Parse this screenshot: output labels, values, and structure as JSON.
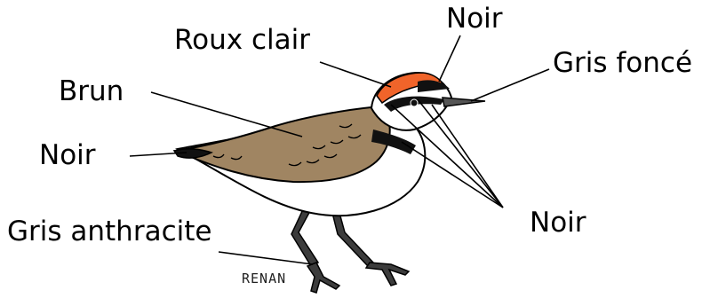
{
  "labels": {
    "crown": "Roux clair",
    "eye_stripe_top": "Noir",
    "bill": "Gris foncé",
    "back": "Brun",
    "tail_tip": "Noir",
    "face_marks": "Noir",
    "legs": "Gris anthracite"
  },
  "signature": "RENAN",
  "colors": {
    "crown": "#f0642a",
    "back": "#a08562",
    "black": "#111111",
    "legs": "#3c3c3c",
    "bill": "#555555",
    "leader_line": "#000000"
  }
}
